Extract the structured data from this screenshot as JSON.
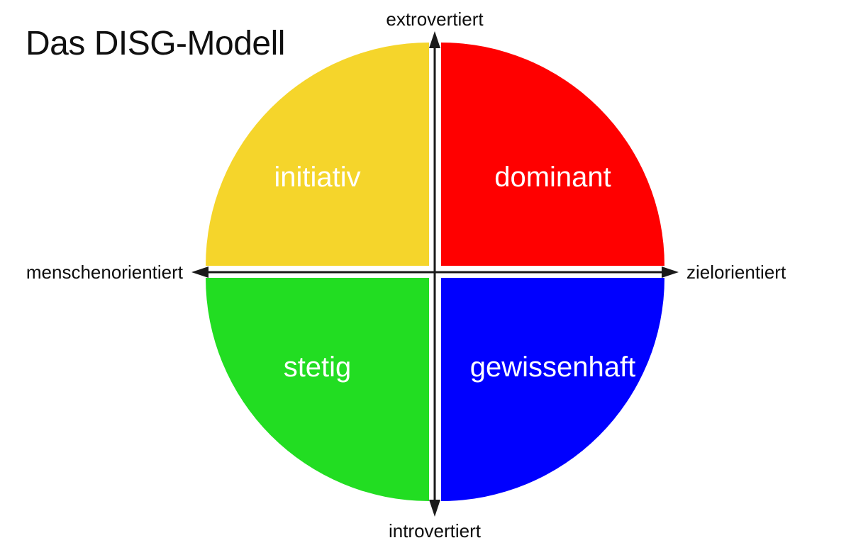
{
  "title": "Das DISG-Modell",
  "axes": {
    "top_label": "extrovertiert",
    "bottom_label": "introvertiert",
    "left_label": "menschenorientiert",
    "right_label": "zielorientiert",
    "axis_color": "#1a1a1a"
  },
  "quadrants": [
    {
      "id": "initiativ",
      "label": "initiativ",
      "color": "#F5D52B",
      "text_color": "#ffffff",
      "position": "top-left"
    },
    {
      "id": "dominant",
      "label": "dominant",
      "color": "#FF0000",
      "text_color": "#ffffff",
      "position": "top-right"
    },
    {
      "id": "stetig",
      "label": "stetig",
      "color": "#22DD22",
      "text_color": "#ffffff",
      "position": "bottom-left"
    },
    {
      "id": "gewissenhaft",
      "label": "gewissenhaft",
      "color": "#0000FF",
      "text_color": "#ffffff",
      "position": "bottom-right"
    }
  ],
  "chart_data": {
    "type": "scatter",
    "title": "Das DISG-Modell",
    "xlabel": "",
    "ylabel": "",
    "x_axis": {
      "negative_end": "menschenorientiert",
      "positive_end": "zielorientiert"
    },
    "y_axis": {
      "negative_end": "introvertiert",
      "positive_end": "extrovertiert"
    },
    "categories": [
      "initiativ",
      "dominant",
      "stetig",
      "gewissenhaft"
    ],
    "quadrant_mapping": [
      {
        "name": "initiativ",
        "x": "menschenorientiert",
        "y": "extrovertiert",
        "color": "#F5D52B"
      },
      {
        "name": "dominant",
        "x": "zielorientiert",
        "y": "extrovertiert",
        "color": "#FF0000"
      },
      {
        "name": "stetig",
        "x": "menschenorientiert",
        "y": "introvertiert",
        "color": "#22DD22"
      },
      {
        "name": "gewissenhaft",
        "x": "zielorientiert",
        "y": "introvertiert",
        "color": "#0000FF"
      }
    ],
    "grid": false,
    "legend": "none"
  }
}
